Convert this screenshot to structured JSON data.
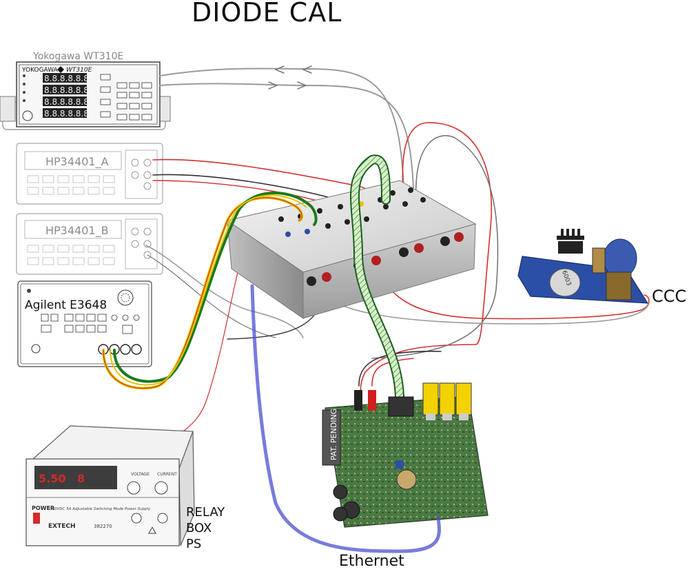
{
  "title": "DIODE CAL",
  "instruments": {
    "wt310e_caption": "Yokogawa WT310E",
    "wt310e_brand": "YOKOGAWA",
    "wt310e_model": "WT310E",
    "dmm_a": "HP34401_A",
    "dmm_b": "HP34401_B",
    "psu": "Agilent E3648",
    "relay_ps_display_volts": "5.50",
    "relay_ps_display_amps": "8",
    "relay_ps_brand": "EXTECH",
    "relay_ps_model": "382270",
    "relay_ps_description": "1-30VDC 5A Adjustable Switching Mode Power Supply",
    "relay_ps_voltage": "VOLTAGE",
    "relay_ps_current": "CURRENT",
    "relay_ps_power": "POWER",
    "board_marking": "PAT. PENDING",
    "ccc_dial": "6003"
  },
  "labels": {
    "ccc": "CCC",
    "relay_line1": "RELAY",
    "relay_line2": "BOX",
    "relay_line3": "PS",
    "ethernet": "Ethernet"
  },
  "colors": {
    "wire_red": "#d32f2f",
    "wire_black": "#333333",
    "wire_gray": "#9a9a9a",
    "wire_green": "#1b7a1b",
    "wire_yellow": "#e8c200",
    "ethernet_blue": "#4b4fd0",
    "pcb_green": "#3f6b3a",
    "ccc_blue": "#2c4fa6",
    "led_red": "#d02020"
  }
}
